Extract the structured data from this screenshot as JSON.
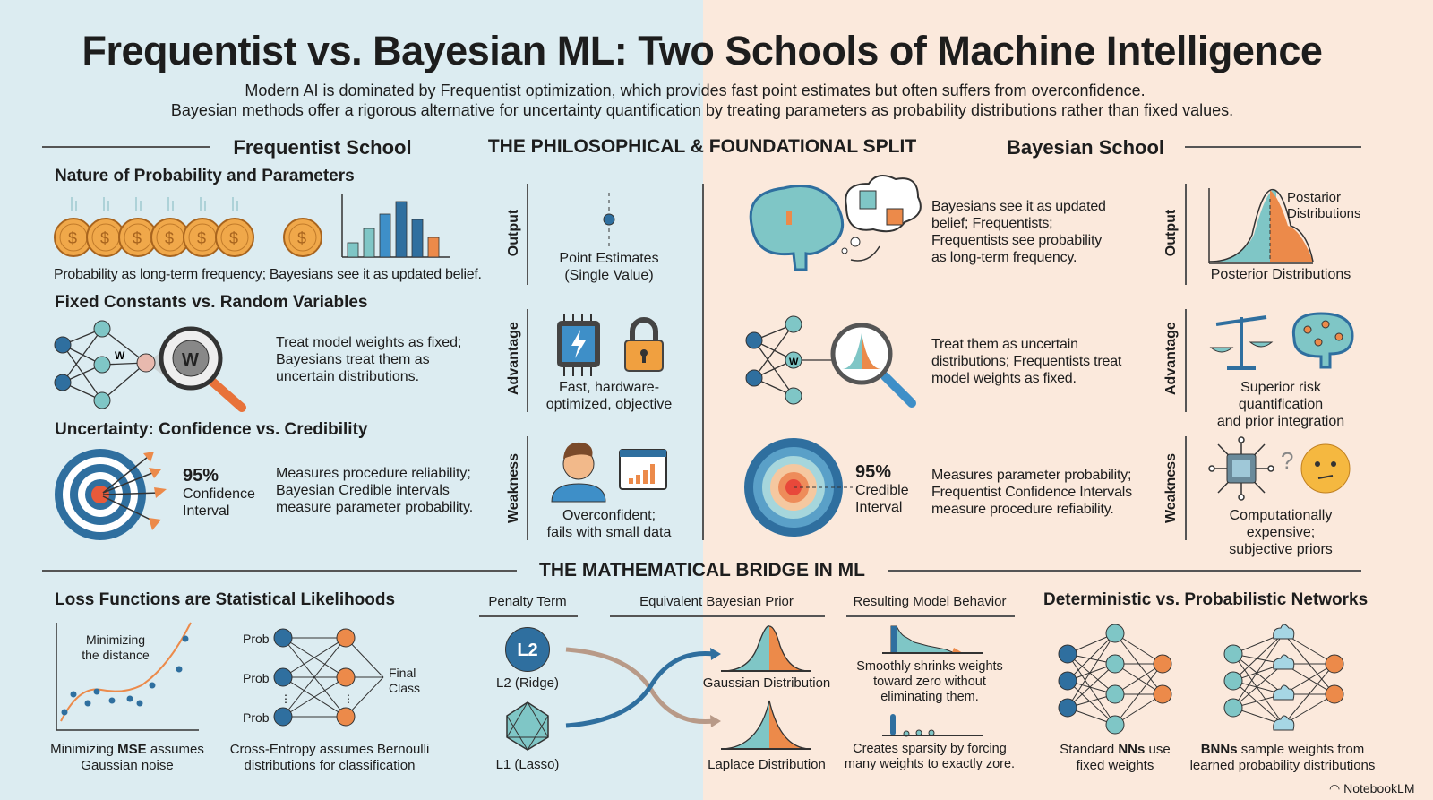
{
  "title": "Frequentist vs. Bayesian ML: Two Schools of Machine Intelligence",
  "subtitle": [
    "Modern AI is dominated by Frequentist optimization, which provides fast point estimates but often suffers from overconfidence.",
    "Bayesian methods offer a rigorous alternative for uncertainty quantification by treating parameters as probability distributions rather than fixed values."
  ],
  "colors": {
    "left_bg": "#dcecf1",
    "right_bg": "#fbe9dc",
    "blue": "#2f6f9f",
    "teal": "#7fc6c6",
    "orange": "#ec8a4a"
  },
  "sections": {
    "frequentist": "Frequentist School",
    "split": "THE PHILOSOPHICAL & FOUNDATIONAL SPLIT",
    "bayesian": "Bayesian School",
    "bridge": "THE MATHEMATICAL BRIDGE IN ML"
  },
  "frequentist": {
    "nature": {
      "heading": "Nature of Probability and Parameters",
      "caption": "Probability as long-term frequency; Bayesians see it as updated belief.",
      "icons": [
        "coin-icon",
        "histogram-icon"
      ]
    },
    "fixed": {
      "heading": "Fixed Constants vs. Random Variables",
      "text": "Treat model weights as fixed;\nBayesians treat them as\nuncertain distributions.",
      "weight_label": "W"
    },
    "uncertainty": {
      "heading": "Uncertainty: Confidence vs. Credibility",
      "pct": "95%",
      "interval": "Confidence\nInterval",
      "text": "Measures procedure reliability;\nBayesian Credible intervals\nmeasure parameter probability."
    }
  },
  "split_rows": {
    "labels": [
      "Output",
      "Advantage",
      "Weakness"
    ],
    "frequentist": [
      "Point Estimates\n(Single Value)",
      "Fast, hardware-\noptimized, objective",
      "Overconfident;\nfails with small data"
    ],
    "bayesian": [
      "Posterior Distributions",
      "Superior risk quantification\nand prior integration",
      "Computationally expensive;\nsubjective priors"
    ],
    "posterior_label": "Postarior\nDistributions"
  },
  "bayesian": {
    "nature_text": "Bayesians see it as updated\nbelief; Frequentists;\nFrequentists see probability\nas long-term frequency.",
    "weights_text": "Treat them as uncertain\ndistributions; Frequentists treat\nmodel weights as fixed.",
    "weight_label": "W",
    "pct": "95%",
    "interval": "Credible\nInterval",
    "uncertainty_text": "Measures parameter probability;\nFrequentist Confidence Intervals\nmeasure procedure refiability."
  },
  "bridge": {
    "loss": {
      "heading": "Loss Functions are Statistical Likelihoods",
      "plot_label": "Minimizing\nthe distance",
      "mse_caption_pre": "Minimizing ",
      "mse_caption_bold": "MSE",
      "mse_caption_post": " assumes\nGaussian noise",
      "prob_labels": [
        "Prob",
        "Prob",
        "Prob"
      ],
      "final": "Final\nClass",
      "ce_caption": "Cross-Entropy assumes Bernoulli\ndistributions for classification"
    },
    "columns": [
      "Penalty Term",
      "Equivalent Bayesian Prior",
      "Resulting Model Behavior"
    ],
    "l2": {
      "badge": "L2",
      "label": "L2 (Ridge)",
      "prior": "Gaussian Distribution",
      "behavior": "Smoothly shrinks weights\ntoward zero without\neliminating them."
    },
    "l1": {
      "label": "L1 (Lasso)",
      "prior": "Laplace Distribution",
      "behavior": "Creates sparsity by forcing\nmany weights to exactly zore."
    },
    "networks": {
      "heading": "Deterministic vs. Probabilistic Networks",
      "std_bold": "NNs",
      "std_pre": "Standard ",
      "std_post": " use\nfixed weights",
      "bnn_bold": "BNNs",
      "bnn_post": " sample weights from\nlearned probability distributions"
    }
  },
  "watermark": "NotebookLM"
}
